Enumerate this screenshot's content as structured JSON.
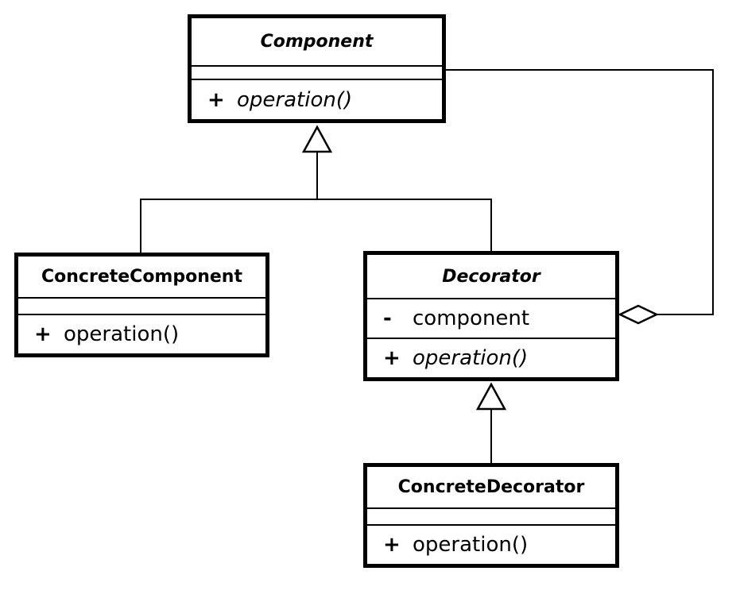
{
  "diagram_type": "uml-class-diagram",
  "colors": {
    "line": "#000000",
    "background": "#ffffff"
  },
  "classes": {
    "component": {
      "name": "Component",
      "abstract": true,
      "attributes": [],
      "operations": [
        {
          "sign": "+",
          "label": "operation()"
        }
      ]
    },
    "concrete_component": {
      "name": "ConcreteComponent",
      "abstract": false,
      "attributes": [],
      "operations": [
        {
          "sign": "+",
          "label": "operation()"
        }
      ]
    },
    "decorator": {
      "name": "Decorator",
      "abstract": true,
      "attributes": [
        {
          "sign": "-",
          "label": "component"
        }
      ],
      "operations": [
        {
          "sign": "+",
          "label": "operation()"
        }
      ]
    },
    "concrete_decorator": {
      "name": "ConcreteDecorator",
      "abstract": false,
      "attributes": [],
      "operations": [
        {
          "sign": "+",
          "label": "operation()"
        }
      ]
    }
  },
  "relations": [
    {
      "type": "generalization",
      "from": "ConcreteComponent",
      "to": "Component"
    },
    {
      "type": "generalization",
      "from": "Decorator",
      "to": "Component"
    },
    {
      "type": "generalization",
      "from": "ConcreteDecorator",
      "to": "Decorator"
    },
    {
      "type": "aggregation",
      "owner": "Decorator",
      "part": "Component"
    }
  ]
}
